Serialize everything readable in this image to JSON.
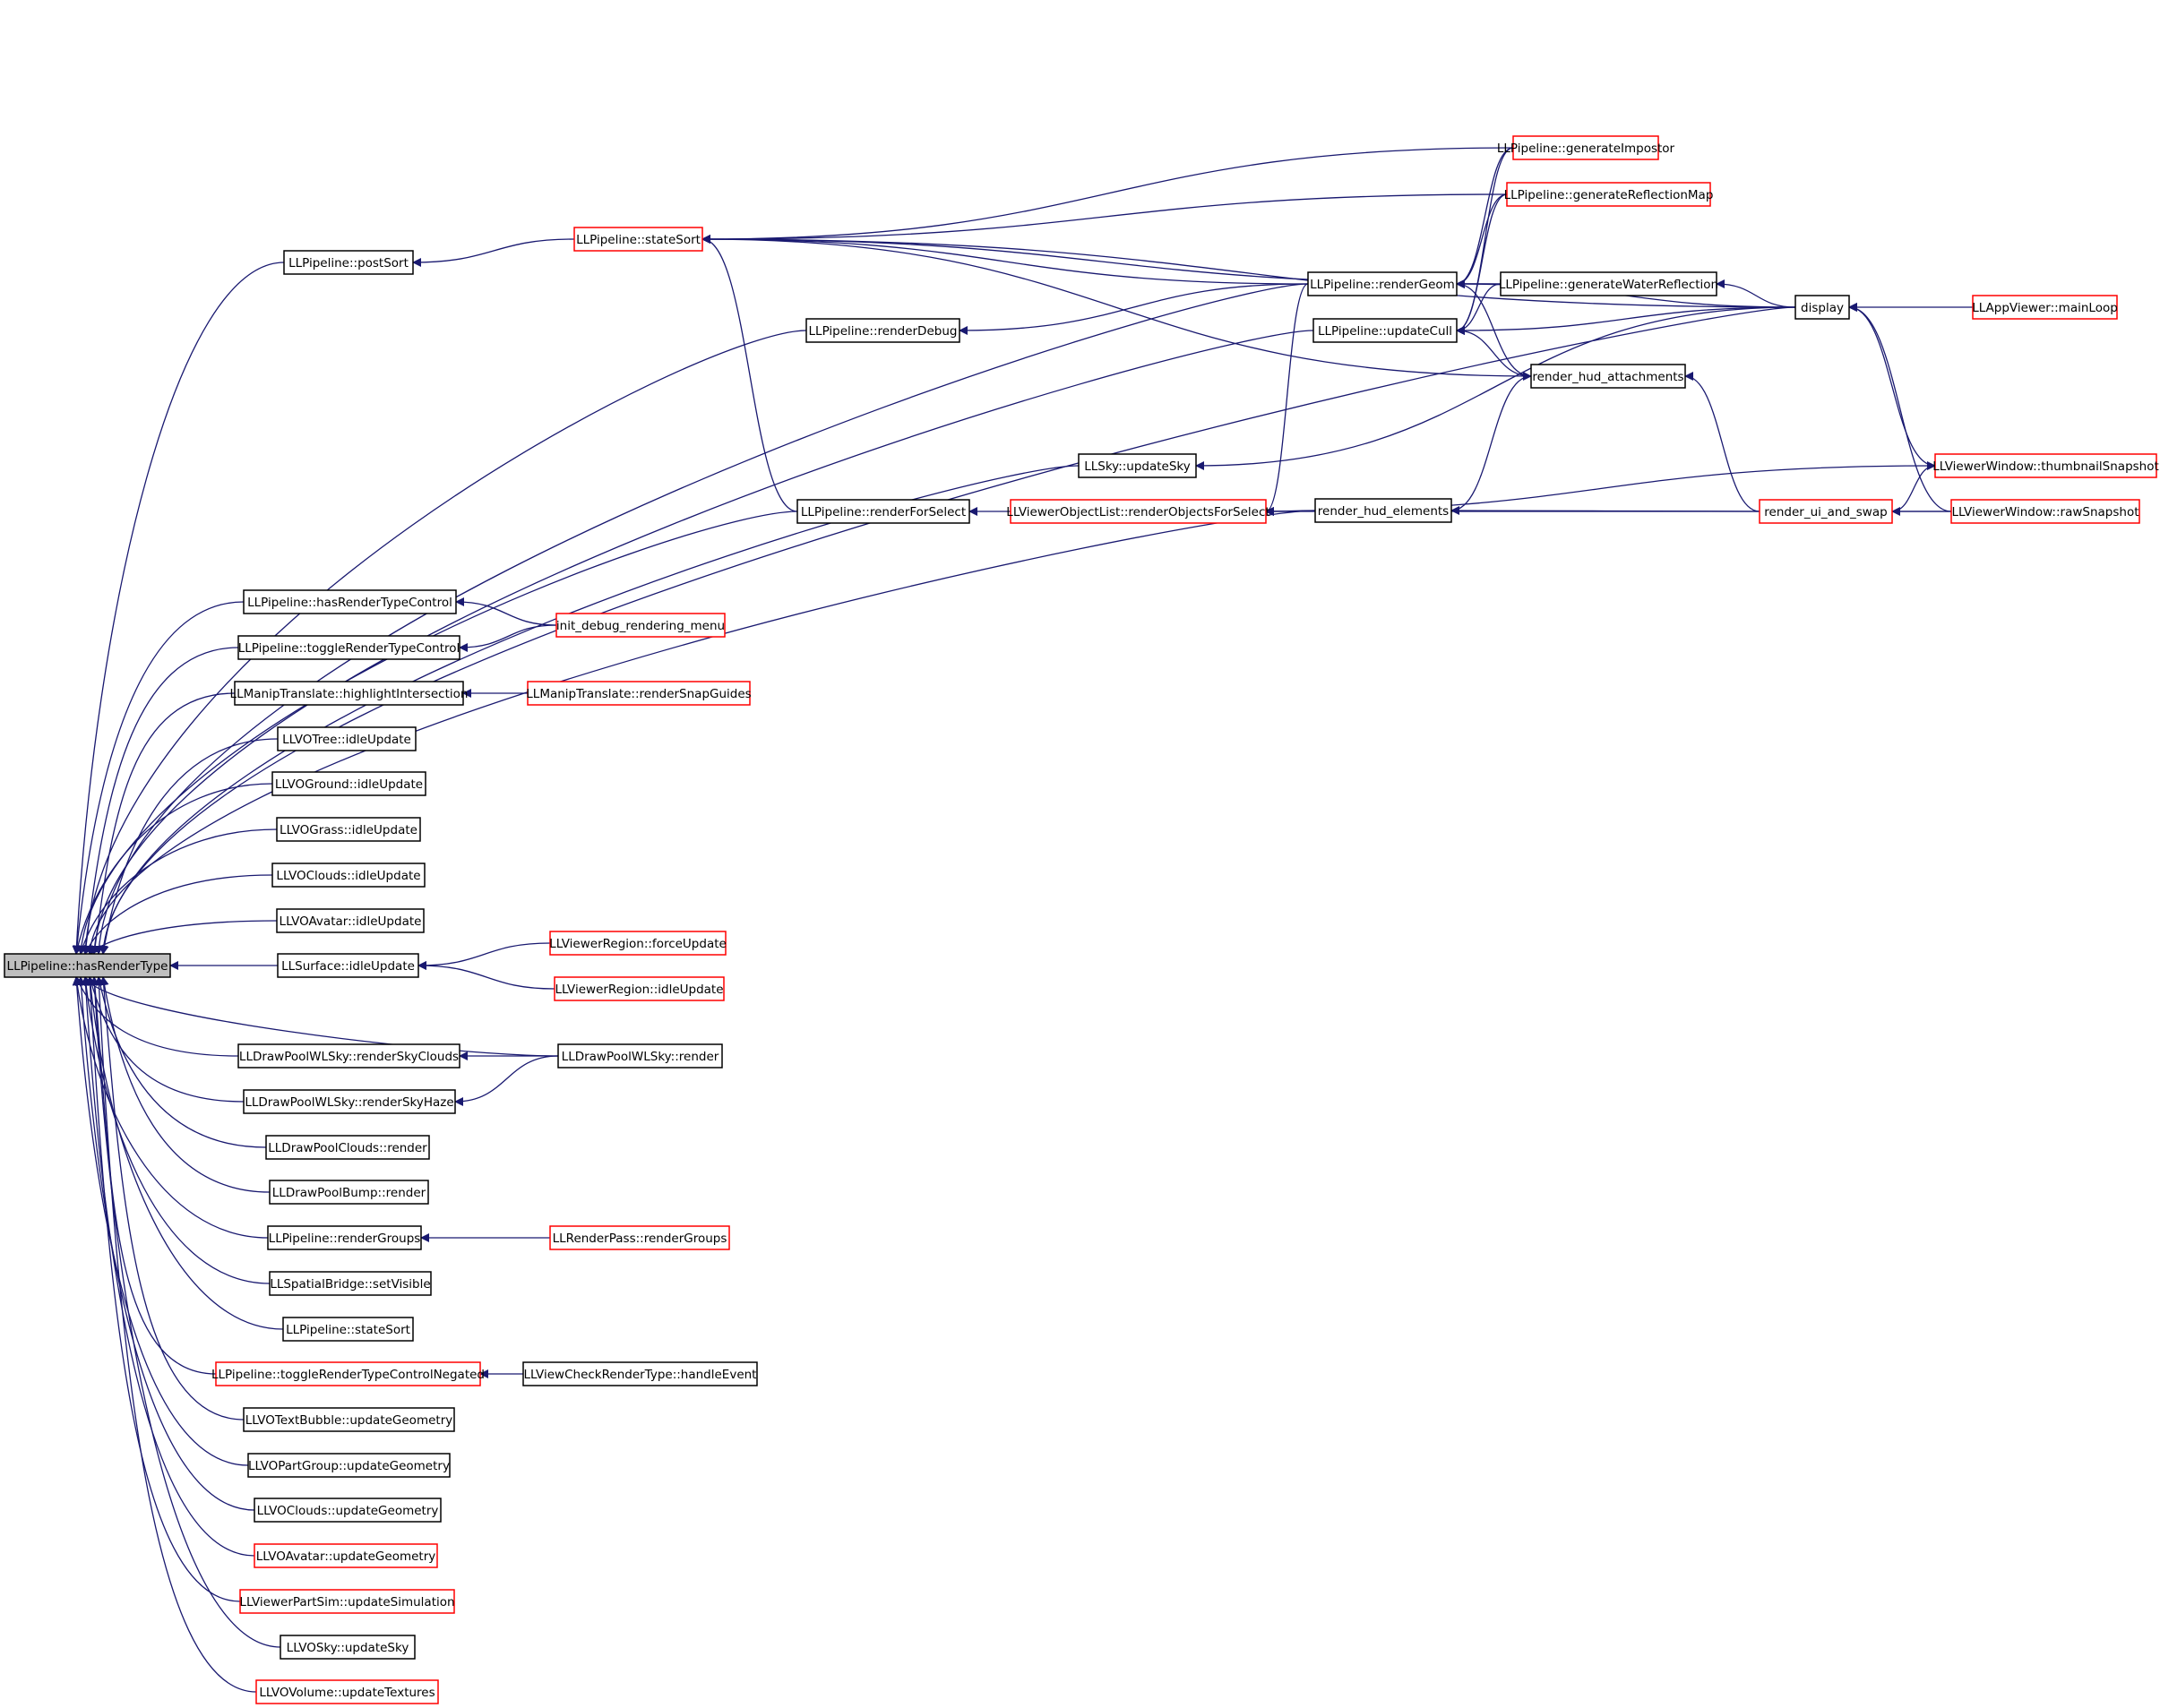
{
  "graph": {
    "title": "",
    "nodes": [
      {
        "id": "root",
        "label": "LLPipeline::hasRenderType",
        "style": "root"
      },
      {
        "id": "postSort",
        "label": "LLPipeline::postSort",
        "style": "black"
      },
      {
        "id": "stateSortR",
        "label": "LLPipeline::stateSort",
        "style": "red"
      },
      {
        "id": "genImpostor",
        "label": "LLPipeline::generateImpostor",
        "style": "red"
      },
      {
        "id": "genReflMap",
        "label": "LLPipeline::generateReflectionMap",
        "style": "red"
      },
      {
        "id": "renderGeom",
        "label": "LLPipeline::renderGeom",
        "style": "black"
      },
      {
        "id": "genWater",
        "label": "LLPipeline::generateWaterReflection",
        "style": "black"
      },
      {
        "id": "display",
        "label": "display",
        "style": "black"
      },
      {
        "id": "mainLoop",
        "label": "LLAppViewer::mainLoop",
        "style": "red"
      },
      {
        "id": "renderDebug",
        "label": "LLPipeline::renderDebug",
        "style": "black"
      },
      {
        "id": "updateCull",
        "label": "LLPipeline::updateCull",
        "style": "black"
      },
      {
        "id": "hudAttach",
        "label": "render_hud_attachments",
        "style": "black"
      },
      {
        "id": "skyUpdateSky",
        "label": "LLSky::updateSky",
        "style": "black"
      },
      {
        "id": "thumbSnap",
        "label": "LLViewerWindow::thumbnailSnapshot",
        "style": "red"
      },
      {
        "id": "renderForSelect",
        "label": "LLPipeline::renderForSelect",
        "style": "black"
      },
      {
        "id": "renderObjSel",
        "label": "LLViewerObjectList::renderObjectsForSelect",
        "style": "red"
      },
      {
        "id": "hudElements",
        "label": "render_hud_elements",
        "style": "black"
      },
      {
        "id": "uiSwap",
        "label": "render_ui_and_swap",
        "style": "red"
      },
      {
        "id": "rawSnap",
        "label": "LLViewerWindow::rawSnapshot",
        "style": "red"
      },
      {
        "id": "hasRTC",
        "label": "LLPipeline::hasRenderTypeControl",
        "style": "black"
      },
      {
        "id": "initDebug",
        "label": "init_debug_rendering_menu",
        "style": "red"
      },
      {
        "id": "toggleRTC",
        "label": "LLPipeline::toggleRenderTypeControl",
        "style": "black"
      },
      {
        "id": "highlight",
        "label": "LLManipTranslate::highlightIntersection",
        "style": "black"
      },
      {
        "id": "snapGuides",
        "label": "LLManipTranslate::renderSnapGuides",
        "style": "red"
      },
      {
        "id": "treeIdle",
        "label": "LLVOTree::idleUpdate",
        "style": "black"
      },
      {
        "id": "groundIdle",
        "label": "LLVOGround::idleUpdate",
        "style": "black"
      },
      {
        "id": "grassIdle",
        "label": "LLVOGrass::idleUpdate",
        "style": "black"
      },
      {
        "id": "cloudsIdle",
        "label": "LLVOClouds::idleUpdate",
        "style": "black"
      },
      {
        "id": "avatarIdle",
        "label": "LLVOAvatar::idleUpdate",
        "style": "black"
      },
      {
        "id": "surfaceIdle",
        "label": "LLSurface::idleUpdate",
        "style": "black"
      },
      {
        "id": "forceUpdate",
        "label": "LLViewerRegion::forceUpdate",
        "style": "red"
      },
      {
        "id": "regionIdle",
        "label": "LLViewerRegion::idleUpdate",
        "style": "red"
      },
      {
        "id": "skyClouds",
        "label": "LLDrawPoolWLSky::renderSkyClouds",
        "style": "black"
      },
      {
        "id": "wlskyRender",
        "label": "LLDrawPoolWLSky::render",
        "style": "black"
      },
      {
        "id": "skyHaze",
        "label": "LLDrawPoolWLSky::renderSkyHaze",
        "style": "black"
      },
      {
        "id": "cloudsRender",
        "label": "LLDrawPoolClouds::render",
        "style": "black"
      },
      {
        "id": "bumpRender",
        "label": "LLDrawPoolBump::render",
        "style": "black"
      },
      {
        "id": "renderGroups",
        "label": "LLPipeline::renderGroups",
        "style": "black"
      },
      {
        "id": "passGroups",
        "label": "LLRenderPass::renderGroups",
        "style": "red"
      },
      {
        "id": "setVisible",
        "label": "LLSpatialBridge::setVisible",
        "style": "black"
      },
      {
        "id": "stateSortB",
        "label": "LLPipeline::stateSort",
        "style": "black"
      },
      {
        "id": "toggleNeg",
        "label": "LLPipeline::toggleRenderTypeControlNegated",
        "style": "red"
      },
      {
        "id": "handleEvent",
        "label": "LLViewCheckRenderType::handleEvent",
        "style": "black"
      },
      {
        "id": "textBubble",
        "label": "LLVOTextBubble::updateGeometry",
        "style": "black"
      },
      {
        "id": "partGroup",
        "label": "LLVOPartGroup::updateGeometry",
        "style": "black"
      },
      {
        "id": "cloudsGeom",
        "label": "LLVOClouds::updateGeometry",
        "style": "black"
      },
      {
        "id": "avatarGeom",
        "label": "LLVOAvatar::updateGeometry",
        "style": "red"
      },
      {
        "id": "partSim",
        "label": "LLViewerPartSim::updateSimulation",
        "style": "red"
      },
      {
        "id": "voskyUpdate",
        "label": "LLVOSky::updateSky",
        "style": "black"
      },
      {
        "id": "volumeTex",
        "label": "LLVOVolume::updateTextures",
        "style": "red"
      }
    ],
    "edges": [
      [
        "postSort",
        "root"
      ],
      [
        "stateSortR",
        "postSort"
      ],
      [
        "renderGeom",
        "stateSortR"
      ],
      [
        "genImpostor",
        "stateSortR"
      ],
      [
        "genReflMap",
        "stateSortR"
      ],
      [
        "display",
        "stateSortR"
      ],
      [
        "hudAttach",
        "stateSortR"
      ],
      [
        "genWater",
        "stateSortR"
      ],
      [
        "renderForSelect",
        "stateSortR"
      ],
      [
        "renderDebug",
        "root"
      ],
      [
        "renderGeom",
        "renderDebug"
      ],
      [
        "updateCull",
        "root"
      ],
      [
        "renderGeom",
        "root"
      ],
      [
        "skyUpdateSky",
        "root"
      ],
      [
        "display",
        "skyUpdateSky"
      ],
      [
        "renderForSelect",
        "root"
      ],
      [
        "renderObjSel",
        "renderForSelect"
      ],
      [
        "hudElements",
        "root"
      ],
      [
        "uiSwap",
        "hudElements"
      ],
      [
        "hudElements",
        "renderObjSel"
      ],
      [
        "renderGeom",
        "renderObjSel"
      ],
      [
        "thumbSnap",
        "renderObjSel"
      ],
      [
        "rawSnap",
        "renderObjSel"
      ],
      [
        "genImpostor",
        "renderGeom"
      ],
      [
        "genReflMap",
        "renderGeom"
      ],
      [
        "genWater",
        "renderGeom"
      ],
      [
        "display",
        "renderGeom"
      ],
      [
        "hudAttach",
        "renderGeom"
      ],
      [
        "genImpostor",
        "updateCull"
      ],
      [
        "genReflMap",
        "updateCull"
      ],
      [
        "genWater",
        "updateCull"
      ],
      [
        "display",
        "updateCull"
      ],
      [
        "hudAttach",
        "updateCull"
      ],
      [
        "display",
        "genWater"
      ],
      [
        "display",
        "root"
      ],
      [
        "mainLoop",
        "display"
      ],
      [
        "thumbSnap",
        "display"
      ],
      [
        "rawSnap",
        "display"
      ],
      [
        "uiSwap",
        "hudAttach"
      ],
      [
        "hudElements",
        "hudAttach"
      ],
      [
        "uiSwap",
        "thumbSnap"
      ],
      [
        "rawSnap",
        "uiSwap"
      ],
      [
        "hasRTC",
        "root"
      ],
      [
        "initDebug",
        "hasRTC"
      ],
      [
        "toggleRTC",
        "root"
      ],
      [
        "initDebug",
        "toggleRTC"
      ],
      [
        "highlight",
        "root"
      ],
      [
        "snapGuides",
        "highlight"
      ],
      [
        "treeIdle",
        "root"
      ],
      [
        "groundIdle",
        "root"
      ],
      [
        "grassIdle",
        "root"
      ],
      [
        "cloudsIdle",
        "root"
      ],
      [
        "avatarIdle",
        "root"
      ],
      [
        "surfaceIdle",
        "root"
      ],
      [
        "forceUpdate",
        "surfaceIdle"
      ],
      [
        "regionIdle",
        "surfaceIdle"
      ],
      [
        "skyClouds",
        "root"
      ],
      [
        "wlskyRender",
        "skyClouds"
      ],
      [
        "wlskyRender",
        "root"
      ],
      [
        "skyHaze",
        "root"
      ],
      [
        "wlskyRender",
        "skyHaze"
      ],
      [
        "cloudsRender",
        "root"
      ],
      [
        "bumpRender",
        "root"
      ],
      [
        "renderGroups",
        "root"
      ],
      [
        "passGroups",
        "renderGroups"
      ],
      [
        "setVisible",
        "root"
      ],
      [
        "stateSortB",
        "root"
      ],
      [
        "toggleNeg",
        "root"
      ],
      [
        "handleEvent",
        "toggleNeg"
      ],
      [
        "textBubble",
        "root"
      ],
      [
        "partGroup",
        "root"
      ],
      [
        "cloudsGeom",
        "root"
      ],
      [
        "avatarGeom",
        "root"
      ],
      [
        "partSim",
        "root"
      ],
      [
        "voskyUpdate",
        "root"
      ],
      [
        "volumeTex",
        "root"
      ]
    ]
  }
}
